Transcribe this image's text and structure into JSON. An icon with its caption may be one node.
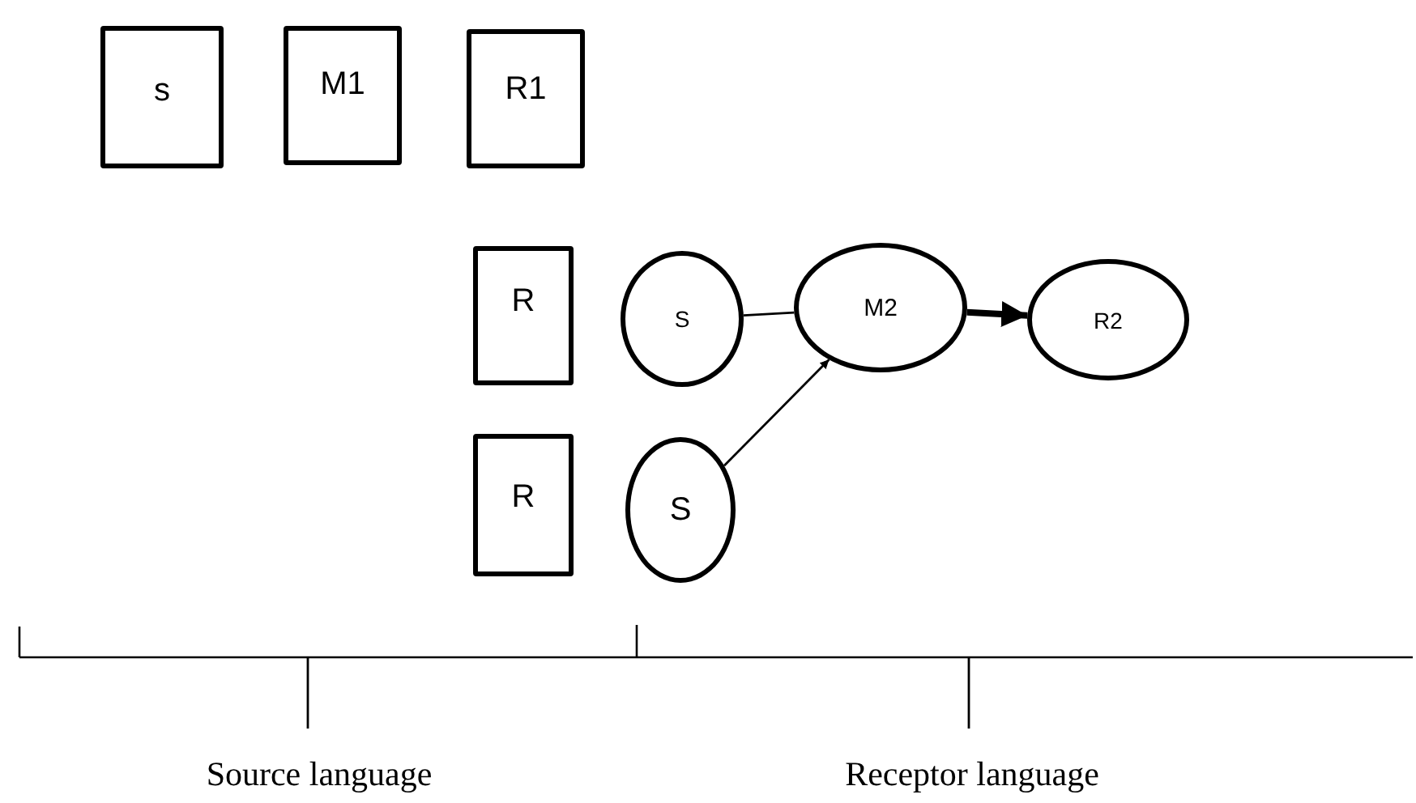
{
  "diagram": {
    "nodes": [
      {
        "text": [
          "s"
        ]
      },
      {
        "text": [
          "M1"
        ]
      },
      {
        "text": [
          "R1"
        ]
      },
      {
        "text": [
          "R"
        ]
      },
      {
        "text": [
          "S"
        ]
      },
      {
        "text": [
          "M2"
        ]
      },
      {
        "text": [
          "R2"
        ]
      },
      {
        "text": [
          "R"
        ]
      },
      {
        "text": [
          "S"
        ]
      },
      {
        "text": [
          "Source language"
        ]
      },
      {
        "text": [
          "Receptor language"
        ]
      }
    ],
    "edges": [
      {
        "from": 4,
        "to": 5,
        "arrow": "none"
      },
      {
        "from": 5,
        "to": 6,
        "arrow": "to",
        "style": "thick"
      },
      {
        "from": 8,
        "to": 5,
        "arrow": "to"
      },
      {
        "from": 9,
        "to": null,
        "arrow": "none"
      },
      {
        "from": 10,
        "to": null,
        "arrow": "none"
      }
    ]
  }
}
